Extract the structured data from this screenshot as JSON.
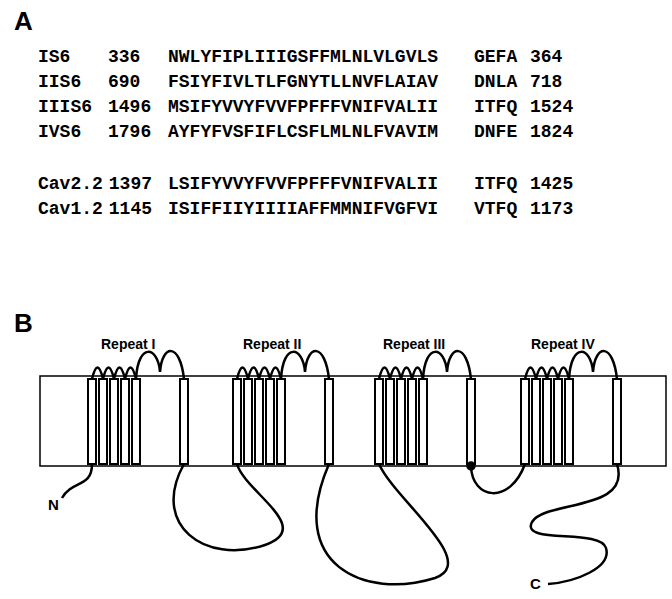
{
  "diagram": {
    "labels": [
      "A",
      "IS6",
      "336",
      "NWLYFIPLIIIGSFFMLNLVLGVLS",
      "GEFA",
      "364",
      "IIS6",
      "690",
      "FSIYFIVLTLFGNYTLLNVFLAIAV",
      "DNLA",
      "718",
      "IIIS6",
      "1496",
      "MSIFYVVYFVVFPFFFVNIFVALII",
      "ITFQ",
      "1524",
      "IVS6",
      "1796",
      "AYFYFVSFIFLCSFLMLNLFVAVIM",
      "DNFE",
      "1824",
      "Cav2.2",
      "1397",
      "LSIFYVVYFVVFPFFFVNIFVALII",
      "ITFQ",
      "1425",
      "Cav1.2",
      "1145",
      "ISIFFIIYIIIIAFFMMNIFVGFVI",
      "VTFQ",
      "1173",
      "B",
      "Repeat I",
      "Repeat II",
      "Repeat III",
      "Repeat IV",
      "N",
      "C"
    ]
  }
}
